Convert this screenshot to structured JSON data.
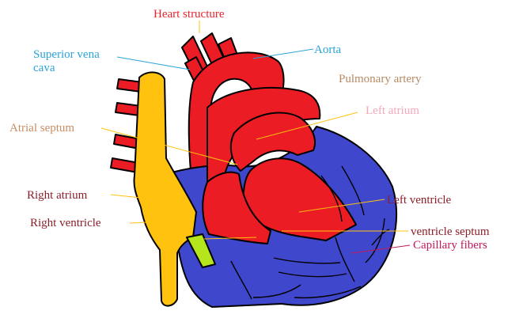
{
  "title": "Heart structure",
  "labels": {
    "superior_vena_cava_line1": "Superior vena",
    "superior_vena_cava_line2": "cava",
    "aorta": "Aorta",
    "pulmonary_artery": "Pulmonary artery",
    "left_atrium": "Left atrium",
    "atrial_septum": "Atrial septum",
    "right_atrium": "Right atrium",
    "left_ventricle": "Left ventricle",
    "ventricle_septum": "ventricle septum",
    "right_ventricle": "Right ventricle",
    "capillary_fibers": "Capillary fibers"
  },
  "colors": {
    "title": "#e8232a",
    "superior_vena_cava": "#2aa3d8",
    "aorta": "#2aa3d8",
    "pulmonary_artery": "#b58a63",
    "left_atrium": "#f4a7b9",
    "atrial_septum": "#c78d63",
    "right_atrium": "#8b1f2a",
    "left_ventricle": "#8b1f2a",
    "ventricle_septum": "#8b1f2a",
    "right_ventricle": "#8b1f2a",
    "capillary_fibers": "#c2185b",
    "artery_red": "#ec1c24",
    "vein_blue": "#3f48cc",
    "vena_cava_yellow": "#ffc20e",
    "valve_green": "#b5e61d",
    "outline": "#000000",
    "leader_line": "#ffc20e"
  }
}
